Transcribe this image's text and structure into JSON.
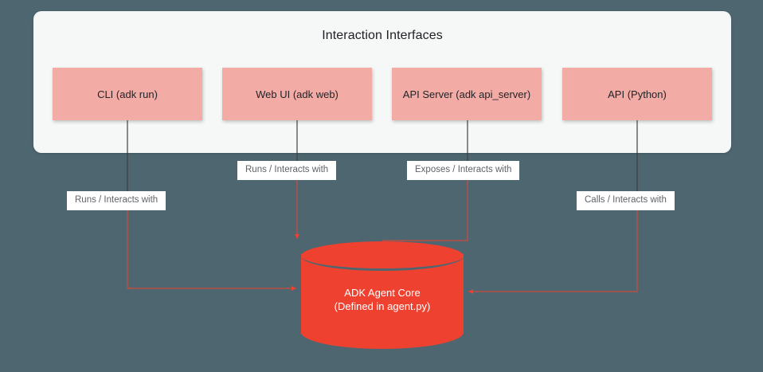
{
  "diagram": {
    "title": "Interaction Interfaces",
    "background_color": "#4d6670",
    "panel_color": "#f6f8f8",
    "box_color": "#f3aba6",
    "core_color": "#ef4130",
    "connector_color": "#3c4043"
  },
  "interfaces": [
    {
      "label": "CLI (adk run)"
    },
    {
      "label": "Web UI (adk web)"
    },
    {
      "label": "API Server (adk api_server)"
    },
    {
      "label": "API (Python)"
    }
  ],
  "edges": [
    {
      "label": "Runs / Interacts with"
    },
    {
      "label": "Runs / Interacts with"
    },
    {
      "label": "Exposes / Interacts with"
    },
    {
      "label": "Calls / Interacts with"
    }
  ],
  "core": {
    "line1": "ADK Agent Core",
    "line2": "(Defined in agent.py)"
  }
}
